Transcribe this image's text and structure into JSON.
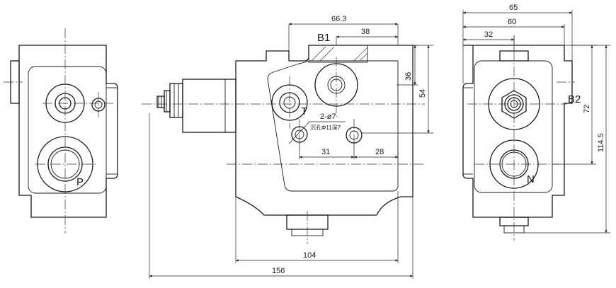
{
  "dimensions": {
    "d66_3": "66.3",
    "d38": "38",
    "d36": "36",
    "d54": "54",
    "d31": "31",
    "d28": "28",
    "d104": "104",
    "d156": "156",
    "d65": "65",
    "d60": "60",
    "d32": "32",
    "d72": "72",
    "d114_5": "114.5"
  },
  "ports": {
    "b1": "B1",
    "b2": "B2",
    "p": "P",
    "n": "N",
    "t": "T"
  },
  "notes": {
    "holes": "2-ø7",
    "counterbore": "沉孔Φ11深7"
  }
}
